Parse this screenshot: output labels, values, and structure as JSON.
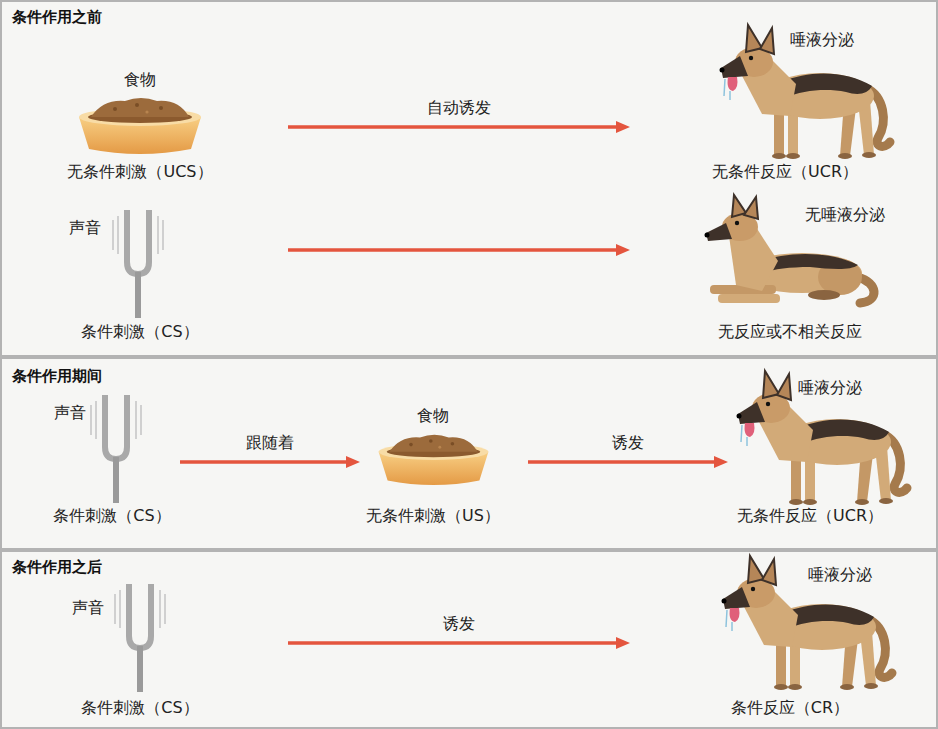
{
  "diagram": {
    "nodes": [
      {
        "text": [
          "条件作用之前"
        ]
      },
      {
        "text": [
          "食物",
          "无条件刺激（UCS）"
        ],
        "in": 0
      },
      {
        "text": [
          "唾液分泌",
          "无条件反应（UCR）"
        ],
        "in": 0
      },
      {
        "text": [
          "声音",
          "条件刺激（CS）"
        ],
        "in": 0
      },
      {
        "text": [
          "无唾液分泌",
          "无反应或不相关反应"
        ],
        "in": 0
      },
      {
        "text": [
          "条件作用期间"
        ]
      },
      {
        "text": [
          "声音",
          "条件刺激（CS）"
        ],
        "in": 5
      },
      {
        "text": [
          "食物",
          "无条件刺激（US）"
        ],
        "in": 5
      },
      {
        "text": [
          "唾液分泌",
          "无条件反应（UCR）"
        ],
        "in": 5
      },
      {
        "text": [
          "条件作用之后"
        ]
      },
      {
        "text": [
          "声音",
          "条件刺激（CS）"
        ],
        "in": 9
      },
      {
        "text": [
          "唾液分泌",
          "条件反应（CR）"
        ],
        "in": 9
      }
    ],
    "edges": [
      {
        "from": 1,
        "to": 2,
        "arrow": "to",
        "label": "自动诱发"
      },
      {
        "from": 3,
        "to": 4,
        "arrow": "to"
      },
      {
        "from": 6,
        "to": 7,
        "arrow": "to",
        "label": "跟随着"
      },
      {
        "from": 7,
        "to": 8,
        "arrow": "to",
        "label": "诱发"
      },
      {
        "from": 10,
        "to": 11,
        "arrow": "to",
        "label": "诱发"
      }
    ]
  }
}
